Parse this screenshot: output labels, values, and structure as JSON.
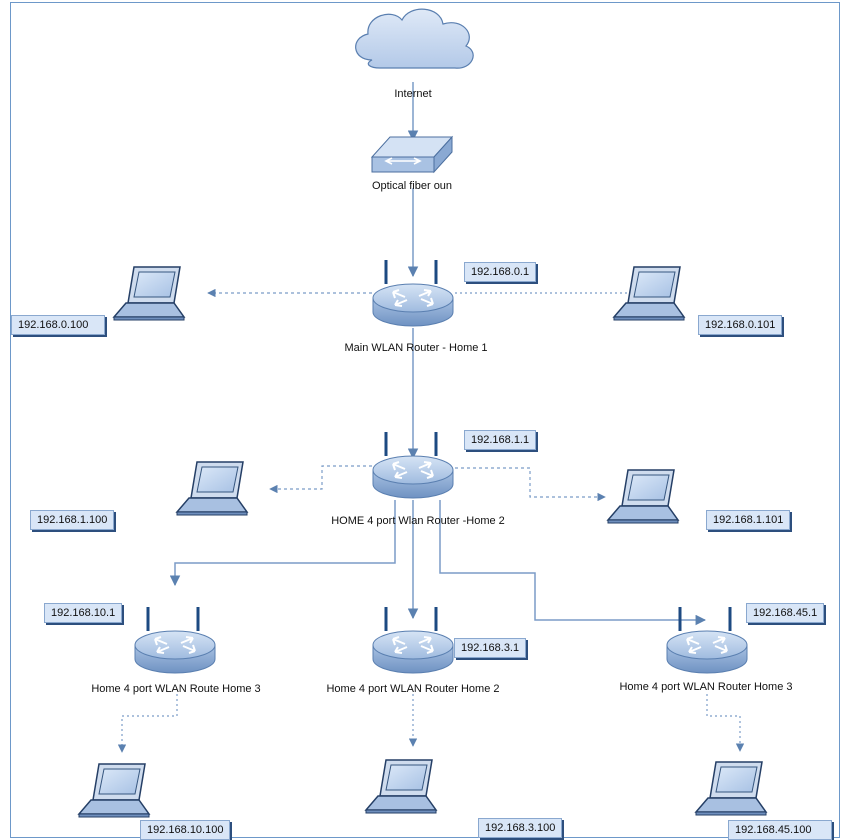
{
  "nodes": {
    "internet": {
      "label": "Internet"
    },
    "ont": {
      "label": "Optical fiber oun"
    },
    "main_router": {
      "label": "Main WLAN Router - Home 1",
      "ip": "192.168.0.1"
    },
    "home2_router": {
      "label": "HOME 4 port Wlan Router -Home 2",
      "ip": "192.168.1.1"
    },
    "home3a_router": {
      "label": "Home 4 port WLAN Route Home 3",
      "ip": "192.168.10.1"
    },
    "home2b_router": {
      "label": "Home 4 port WLAN Router Home 2",
      "ip": "192.168.3.1"
    },
    "home3b_router": {
      "label": "Home 4 port WLAN Router Home 3",
      "ip": "192.168.45.1"
    }
  },
  "laptops": {
    "l1": {
      "ip": "192.168.0.100"
    },
    "l2": {
      "ip": "192.168.0.101"
    },
    "l3": {
      "ip": "192.168.1.100"
    },
    "l4": {
      "ip": "192.168.1.101"
    },
    "l5": {
      "ip": "192.168.10.100"
    },
    "l6": {
      "ip": "192.168.3.100"
    },
    "l7": {
      "ip": "192.168.45.100"
    }
  }
}
